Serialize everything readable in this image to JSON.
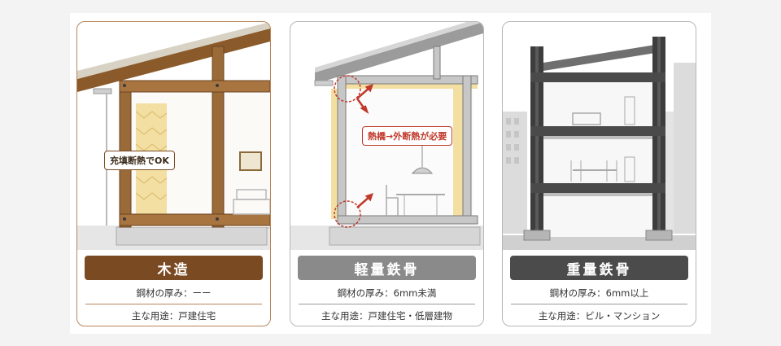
{
  "cards": [
    {
      "title": "木造",
      "thickness": "鋼材の厚み：ーー",
      "usage": "主な用途：戸建住宅",
      "callout": "充填断熱でOK",
      "accent": "#7a4a22"
    },
    {
      "title": "軽量鉄骨",
      "thickness": "鋼材の厚み：6mm未満",
      "usage": "主な用途：戸建住宅・低層建物",
      "callout": "熱橋→外断熱が必要",
      "accent": "#8a8a8a"
    },
    {
      "title": "重量鉄骨",
      "thickness": "鋼材の厚み：6mm以上",
      "usage": "主な用途：ビル・マンション",
      "accent": "#4b4b4b"
    }
  ]
}
